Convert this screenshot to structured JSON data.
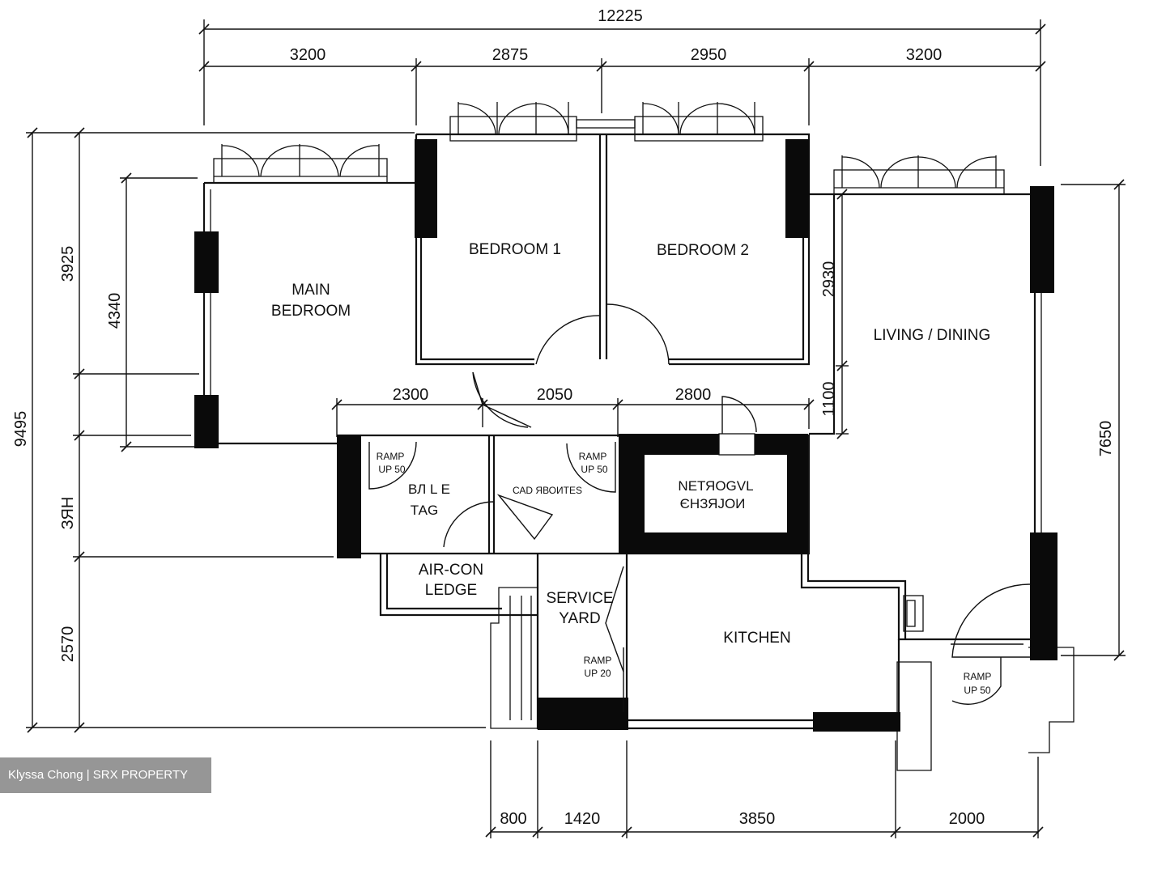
{
  "watermark": "Klyssa Chong | SRX PROPERTY",
  "dimensions": {
    "total_width": "12225",
    "top": [
      "3200",
      "2875",
      "2950",
      "3200"
    ],
    "middle": [
      "2300",
      "2050",
      "2800"
    ],
    "bottom": [
      "800",
      "1420",
      "3850",
      "2000"
    ],
    "left_total": "9495",
    "left_3925": "3925",
    "left_4340": "4340",
    "left_garbled": "ЗЯН",
    "left_2570": "2570",
    "right_2930": "2930",
    "right_1100": "1100",
    "right_7650": "7650"
  },
  "rooms": {
    "main_bedroom_1": "MAIN",
    "main_bedroom_2": "BEDROOM",
    "bedroom1": "BEDROOM 1",
    "bedroom2": "BEDROOM 2",
    "living": "LIVING / DINING",
    "bath1_1": "ВЛ L E",
    "bath1_2": "ТАG",
    "bath2": "САD ЯВОИТЕЅ",
    "household_1": "NЕТЯОGVL",
    "household_2": "ЄНЗЯЈОИ",
    "aircon_1": "AIR-CON",
    "aircon_2": "LEDGE",
    "service_1": "SERVICE",
    "service_2": "YARD",
    "kitchen": "KITCHEN",
    "ramp_sy_1": "RAMP",
    "ramp_sy_2": "UP 20",
    "ramp_entry_1": "RAMP",
    "ramp_entry_2": "UP 50",
    "ramp_b1_1": "RAMP",
    "ramp_b1_2": "UP 50",
    "ramp_b2_1": "RAMP",
    "ramp_b2_2": "UP 50"
  }
}
